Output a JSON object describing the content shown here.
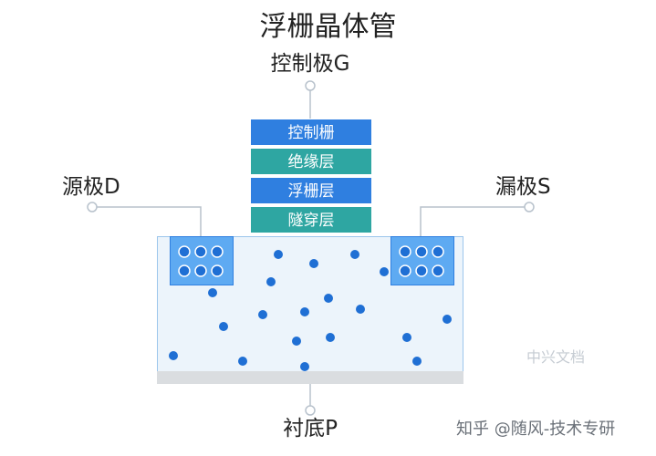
{
  "title": "浮栅晶体管",
  "terminals": {
    "gate": "控制极G",
    "source": "源极D",
    "drain": "漏极S",
    "substrate": "衬底P"
  },
  "layers": [
    {
      "label": "控制栅",
      "color": "#2f7fe0"
    },
    {
      "label": "绝缘层",
      "color": "#2ea6a2"
    },
    {
      "label": "浮栅层",
      "color": "#2f7fe0"
    },
    {
      "label": "隧穿层",
      "color": "#2ea6a2"
    }
  ],
  "watermarks": {
    "center": "中兴文档",
    "credit": "知乎 @随风-技术专研"
  },
  "colors": {
    "electron": "#1f6fd4",
    "connector": "#b8c2cc",
    "substrate_fill": "#ecf4fb",
    "well_fill": "#5eaaf2"
  }
}
